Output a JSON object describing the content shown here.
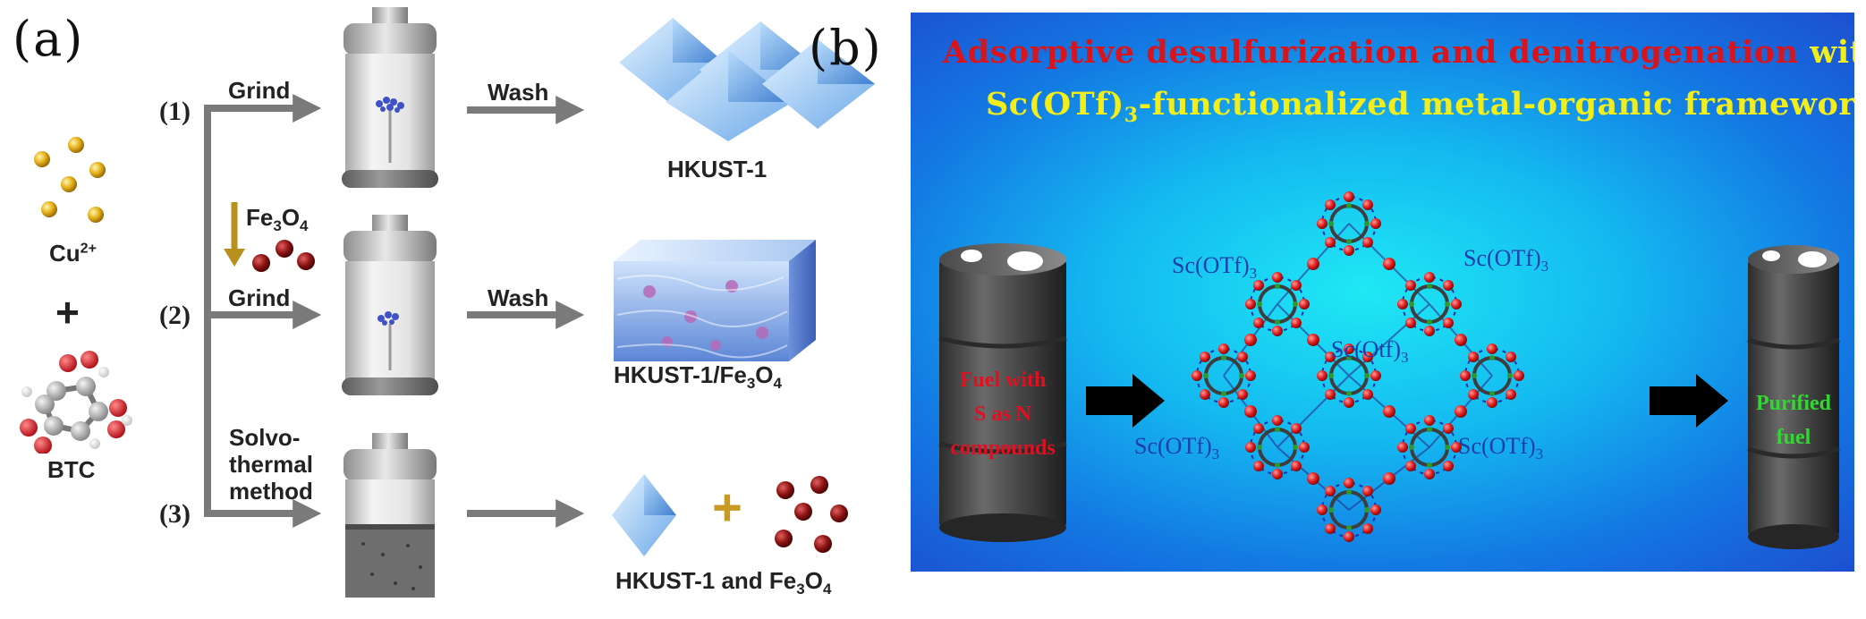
{
  "panel_a": {
    "label": "(a)",
    "reagents": {
      "cu_label": "Cu",
      "cu_charge": "2+",
      "plus": "+",
      "btc_label": "BTC"
    },
    "routes": [
      {
        "num": "(1)",
        "step1": "Grind",
        "step2": "Wash",
        "product": "HKUST-1"
      },
      {
        "num": "(2)",
        "additive_pre": "Fe",
        "additive_sub1": "3",
        "additive_mid": "O",
        "additive_sub2": "4",
        "step1": "Grind",
        "step2": "Wash",
        "product_pre": "HKUST-1/Fe",
        "product_sub1": "3",
        "product_mid": "O",
        "product_sub2": "4"
      },
      {
        "num": "(3)",
        "step1_line1": "Solvo-",
        "step1_line2": "thermal",
        "step1_line3": "method",
        "plus": "+",
        "product_pre": "HKUST-1 and Fe",
        "product_sub1": "3",
        "product_mid": "O",
        "product_sub2": "4"
      }
    ]
  },
  "panel_b": {
    "label": "(b)",
    "title_line1_red": "Adsorptive desulfurization and denitrogenation",
    "title_line1_yellow": "with",
    "title_line2_pre": "Sc(OTf)",
    "title_line2_sub": "3",
    "title_line2_post": "-functionalized metal-organic frameworks",
    "mof_labels": [
      {
        "pre": "Sc(OTf)",
        "sub": "3"
      },
      {
        "pre": "Sc(OTf)",
        "sub": "3"
      },
      {
        "pre": "Sc(Otf)",
        "sub": "3"
      },
      {
        "pre": "Sc(OTf)",
        "sub": "3"
      },
      {
        "pre": "Sc(OTf)",
        "sub": "3"
      }
    ],
    "barrel_left_lines": [
      "Fuel with",
      "S as N",
      "compounds"
    ],
    "barrel_right_lines": [
      "Purified",
      "fuel"
    ],
    "colors": {
      "title_red": "#d8141c",
      "title_yellow": "#f2ee1a",
      "left_text": "#e01020",
      "right_text": "#33d633"
    }
  }
}
